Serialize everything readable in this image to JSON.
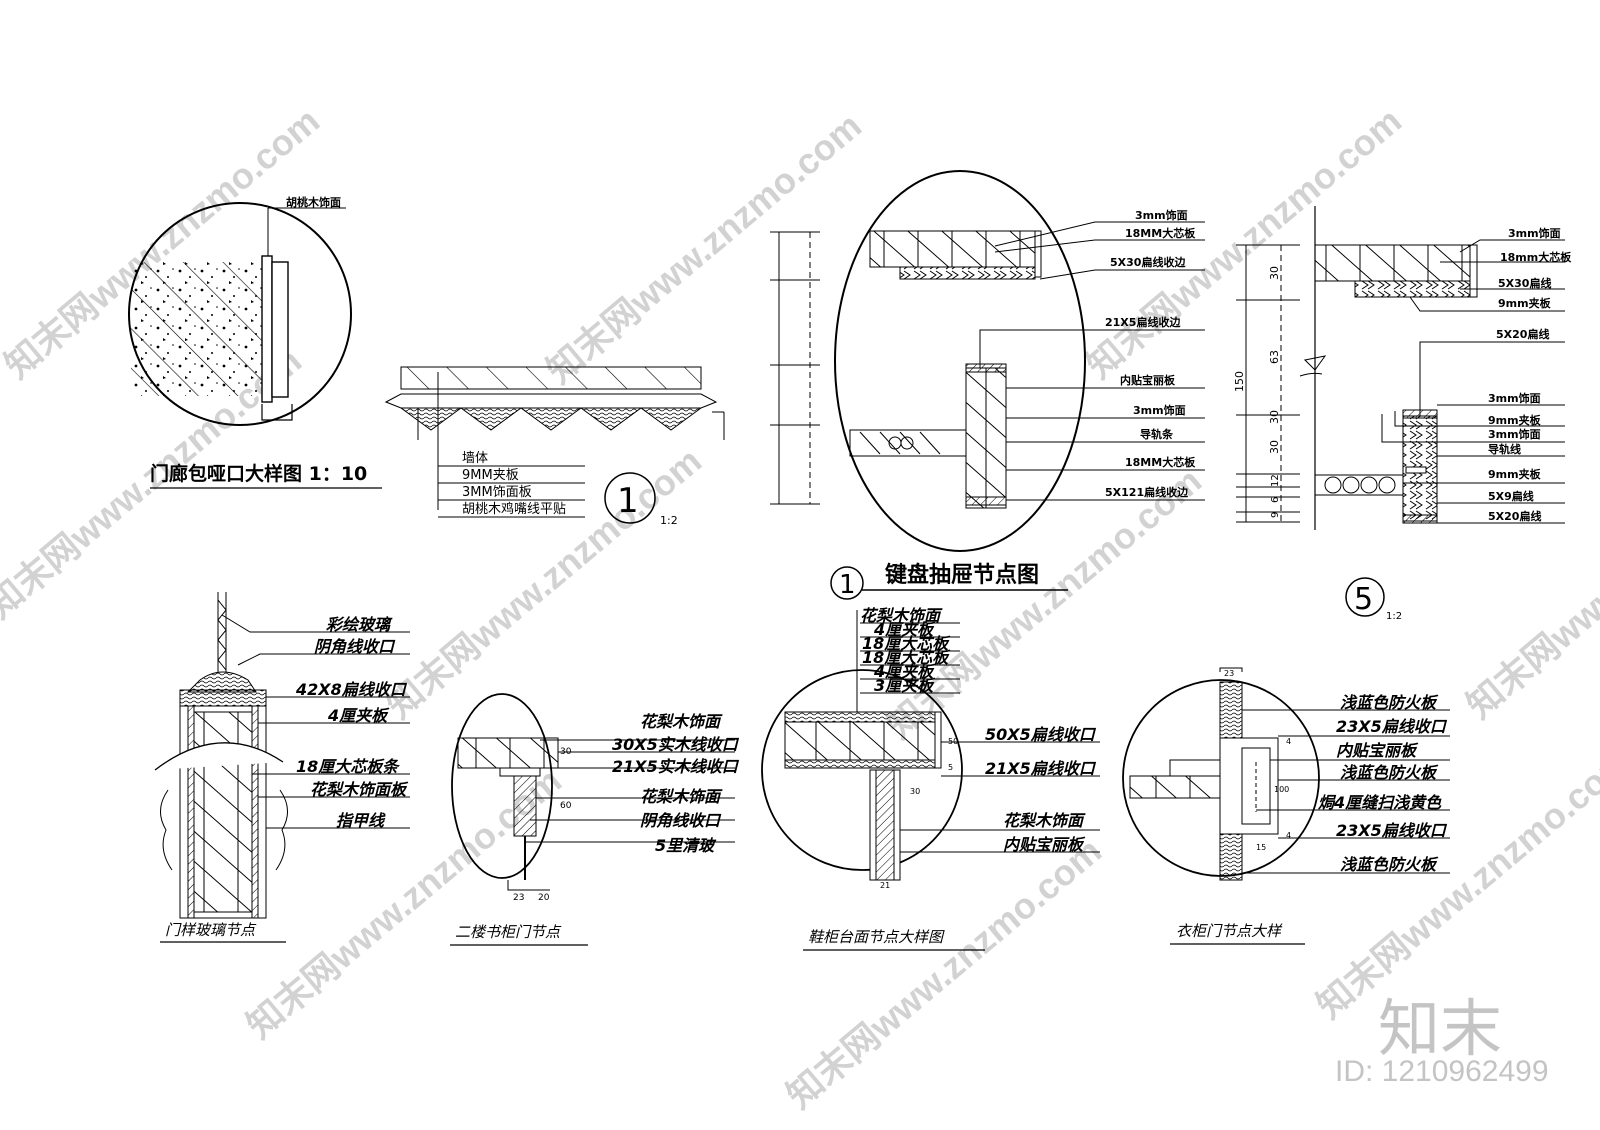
{
  "detail1": {
    "label_top": "胡桃木饰面",
    "title": "门廊包哑口大样图 1：10",
    "layers": [
      "墙体",
      "9MM夹板",
      "3MM饰面板",
      "胡桃木鸡嘴线平贴"
    ],
    "number": "1",
    "scale": "1:2"
  },
  "detail2": {
    "labels": [
      "3mm饰面",
      "18MM大芯板",
      "5X30扁线收边",
      "21X5扁线收边",
      "内贴宝丽板",
      "3mm饰面",
      "导轨条",
      "18MM大芯板",
      "5X121扁线收边"
    ],
    "title": "键盘抽屉节点图",
    "number": "1"
  },
  "detail3": {
    "labels": [
      "3mm饰面",
      "18mm大芯板",
      "5X30扁线",
      "9mm夹板",
      "5X20扁线",
      "3mm饰面",
      "9mm夹板",
      "3mm饰面",
      "导轨线",
      "9mm夹板",
      "5X9扁线",
      "5X20扁线"
    ],
    "dims": [
      "30",
      "63",
      "30",
      "30",
      "12",
      "6",
      "9",
      "150"
    ],
    "number": "5",
    "scale": "1:2"
  },
  "detail4": {
    "labels": [
      "彩绘玻璃",
      "阴角线收口",
      "42X8扁线收口",
      "4厘夹板",
      "18厘大芯板条",
      "花梨木饰面板",
      "指甲线"
    ],
    "title": "门样玻璃节点"
  },
  "detail5": {
    "labels": [
      "花梨木饰面",
      "30X5实木线收口",
      "21X5实木线收口",
      "花梨木饰面",
      "阴角线收口",
      "5里清玻"
    ],
    "dims": [
      "30",
      "60",
      "23",
      "20"
    ],
    "title": "二楼书柜门节点"
  },
  "detail6": {
    "top_labels": [
      "花梨木饰面",
      "4厘夹板",
      "18厘大芯板",
      "18厘大芯板",
      "4厘夹板",
      "3厘夹板"
    ],
    "labels": [
      "50X5扁线收口",
      "21X5扁线收口",
      "花梨木饰面",
      "内贴宝丽板"
    ],
    "dims": [
      "50",
      "5",
      "30",
      "21"
    ],
    "title": "鞋柜台面节点大样图"
  },
  "detail7": {
    "labels": [
      "浅蓝色防火板",
      "23X5扁线收口",
      "内贴宝丽板",
      "浅蓝色防火板",
      "焗4厘缝扫浅黄色",
      "23X5扁线收口",
      "浅蓝色防火板"
    ],
    "dims": [
      "23",
      "100",
      "15",
      "4",
      "4"
    ],
    "title": "衣柜门节点大样"
  },
  "watermark": {
    "text": "知末网www.znzmo.com",
    "logo": "知末",
    "id": "ID: 1210962499"
  }
}
